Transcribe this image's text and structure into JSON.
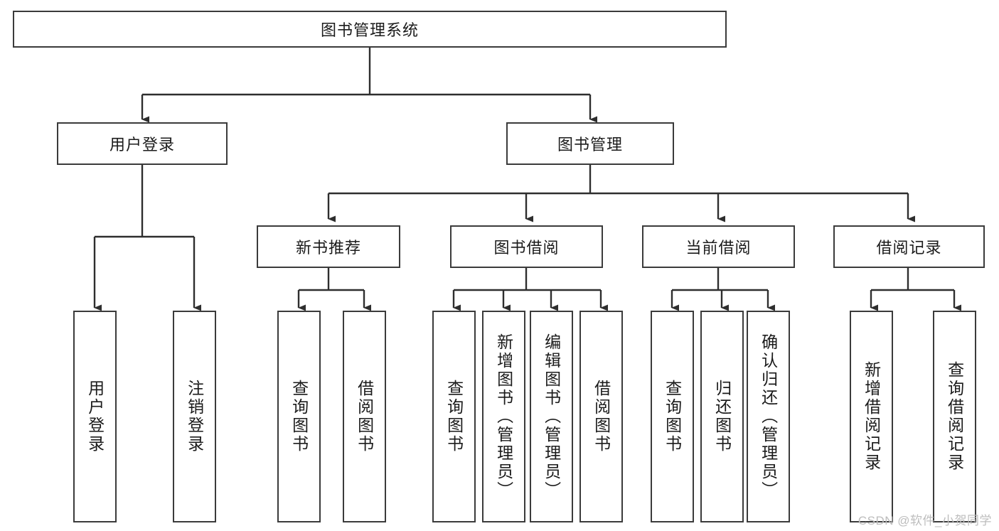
{
  "diagram": {
    "title": "图书管理系统",
    "type": "hierarchy-tree",
    "stroke_color": "#3b3b3b",
    "text_color": "#1b1b1b",
    "background_color": "#ffffff",
    "root": {
      "label": "图书管理系统"
    },
    "level1": [
      {
        "label": "用户登录"
      },
      {
        "label": "图书管理"
      }
    ],
    "level2": [
      {
        "label": "新书推荐"
      },
      {
        "label": "图书借阅"
      },
      {
        "label": "当前借阅"
      },
      {
        "label": "借阅记录"
      }
    ],
    "leaves": [
      {
        "label": "用户登录",
        "parent": "用户登录"
      },
      {
        "label": "注销登录",
        "parent": "用户登录"
      },
      {
        "label": "查询图书",
        "parent": "新书推荐"
      },
      {
        "label": "借阅图书",
        "parent": "新书推荐"
      },
      {
        "label": "查询图书",
        "parent": "图书借阅"
      },
      {
        "label": "新增图书（管理员）",
        "parent": "图书借阅"
      },
      {
        "label": "编辑图书（管理员）",
        "parent": "图书借阅"
      },
      {
        "label": "借阅图书",
        "parent": "图书借阅"
      },
      {
        "label": "查询图书",
        "parent": "当前借阅"
      },
      {
        "label": "归还图书",
        "parent": "当前借阅"
      },
      {
        "label": "确认归还（管理员）",
        "parent": "当前借阅"
      },
      {
        "label": "新增借阅记录",
        "parent": "借阅记录"
      },
      {
        "label": "查询借阅记录",
        "parent": "借阅记录"
      }
    ],
    "watermark": "CSDN @软件_小贺同学"
  }
}
